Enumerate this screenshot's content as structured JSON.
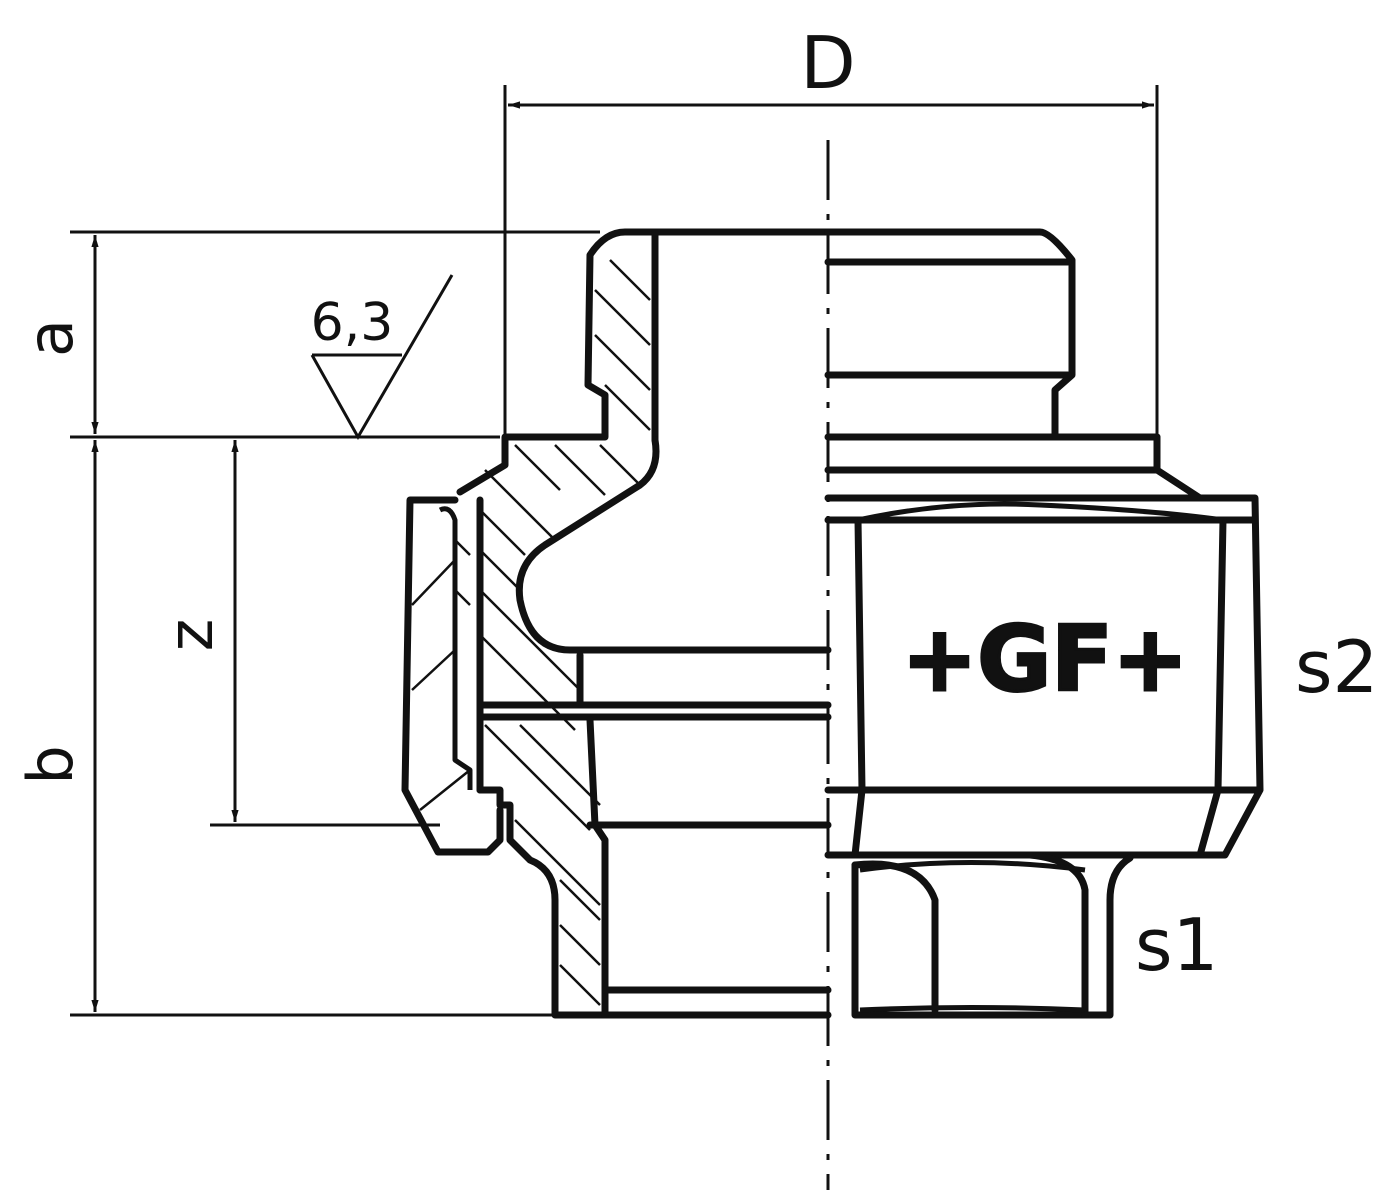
{
  "drawing": {
    "subject": "Threaded pipe union fitting, half section view",
    "logo": "+GF+",
    "background": "#ffffff",
    "line_color": "#111111"
  },
  "dimensions": {
    "D": "D",
    "a": "a",
    "b": "b",
    "z": "z",
    "s1": "s1",
    "s2": "s2"
  },
  "surface_finish": {
    "value": "6,3"
  }
}
